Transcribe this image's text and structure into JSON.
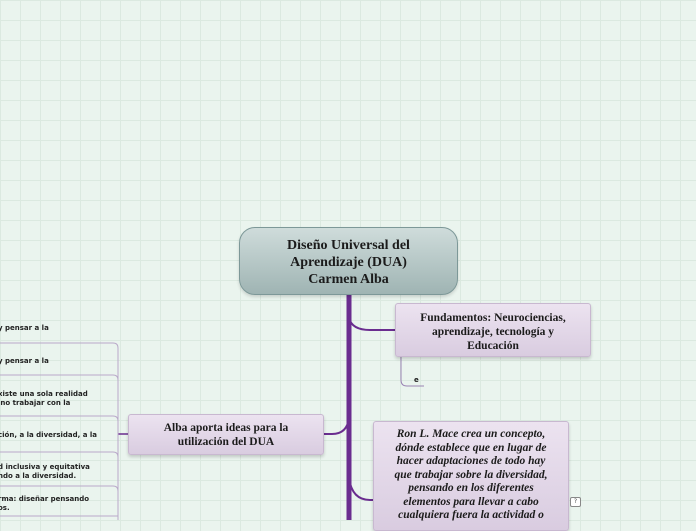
{
  "central": {
    "lines": [
      "Diseño Universal del",
      "Aprendizaje (DUA)",
      "Carmen Alba"
    ]
  },
  "fundamentos": {
    "lines": [
      "Fundamentos: Neurociencias,",
      "aprendizaje, tecnología y",
      "Educación"
    ],
    "child": "e"
  },
  "alba": {
    "lines": [
      "Alba aporta ideas para la",
      "utilización del DUA"
    ]
  },
  "mace": {
    "lines": [
      "Ron L. Mace crea un concepto,",
      "dónde establece que en lugar de",
      "hacer adaptaciones de todo hay",
      "que trabajar sobre la diversidad,",
      "pensando en los diferentes",
      "elementos para llevar a cabo",
      "cualquiera fuera la actividad o"
    ],
    "badge": "?"
  },
  "alba_children": [
    {
      "lines": [
        "y pensar a la"
      ]
    },
    {
      "lines": [
        "y pensar a la"
      ]
    },
    {
      "lines": [
        "xiste una sola realidad",
        "ino trabajar con la"
      ]
    },
    {
      "lines": [
        "ción, a la diversidad, a la"
      ]
    },
    {
      "lines": [
        "d inclusiva y equitativa",
        "ndo a la diversidad."
      ]
    },
    {
      "lines": [
        "rma: diseñar pensando",
        "os."
      ]
    }
  ],
  "colors": {
    "trunk": "#6a2d8f",
    "branch": "#9a83b3",
    "node_fill": "#e2d6e8",
    "central_fill": "#b8c9c8"
  }
}
